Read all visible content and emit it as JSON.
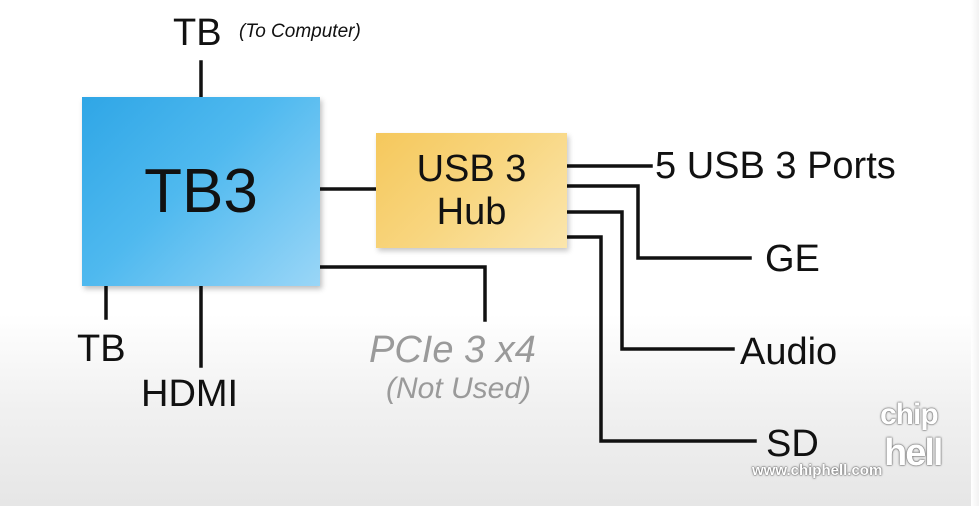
{
  "blocks": {
    "tb3": "TB3",
    "hub_line1": "USB 3",
    "hub_line2": "Hub"
  },
  "labels": {
    "tb_top": "TB",
    "tb_top_note": "(To Computer)",
    "tb_bottom": "TB",
    "hdmi": "HDMI",
    "pcie": "PCIe 3 x4",
    "pcie_note": "(Not Used)",
    "usb_ports": "5 USB 3 Ports",
    "ge": "GE",
    "audio": "Audio",
    "sd": "SD"
  },
  "watermark": {
    "url": "www.chiphell.com",
    "logo_top": "chip",
    "logo_bottom": "hell"
  },
  "colors": {
    "tb3_fill": "#4fb9ef",
    "hub_fill": "#f8d680",
    "line": "#111111",
    "muted_text": "#9a9a9a"
  }
}
